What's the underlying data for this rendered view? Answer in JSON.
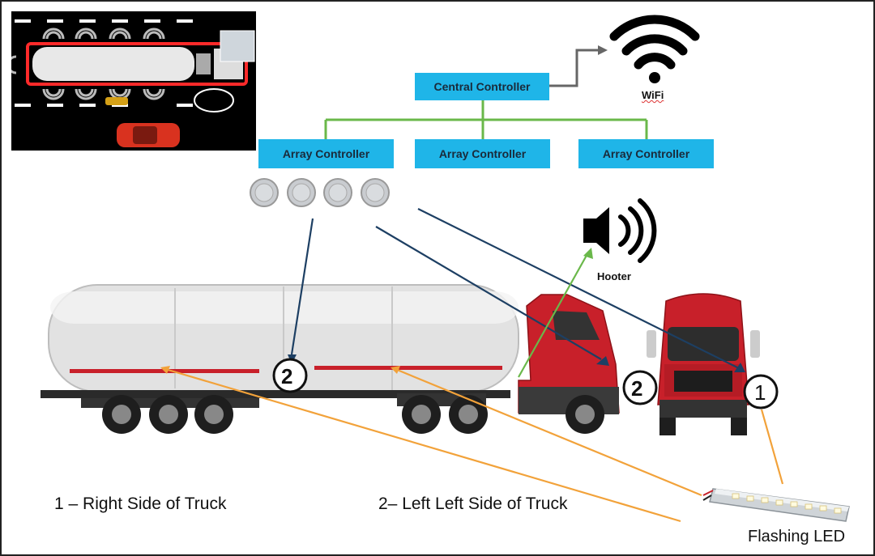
{
  "controllers": {
    "central": "Central Controller",
    "array_1": "Array Controller",
    "array_2": "Array Controller",
    "array_3": "Array Controller"
  },
  "devices": {
    "wifi": "WiFi",
    "hooter": "Hooter",
    "flashing_led": "Flashing LED"
  },
  "markers": {
    "right_side": "1",
    "left_side_a": "2",
    "left_side_b": "2"
  },
  "legend": {
    "item_1": "1 – Right Side of Truck",
    "item_2": "2– Left Left Side of Truck"
  },
  "colors": {
    "controller_fill": "#1fb5e8",
    "tree_line": "#6ab84a",
    "sensor_line": "#1d3f63",
    "led_line": "#f2a23a",
    "truck_red": "#c8202a"
  }
}
